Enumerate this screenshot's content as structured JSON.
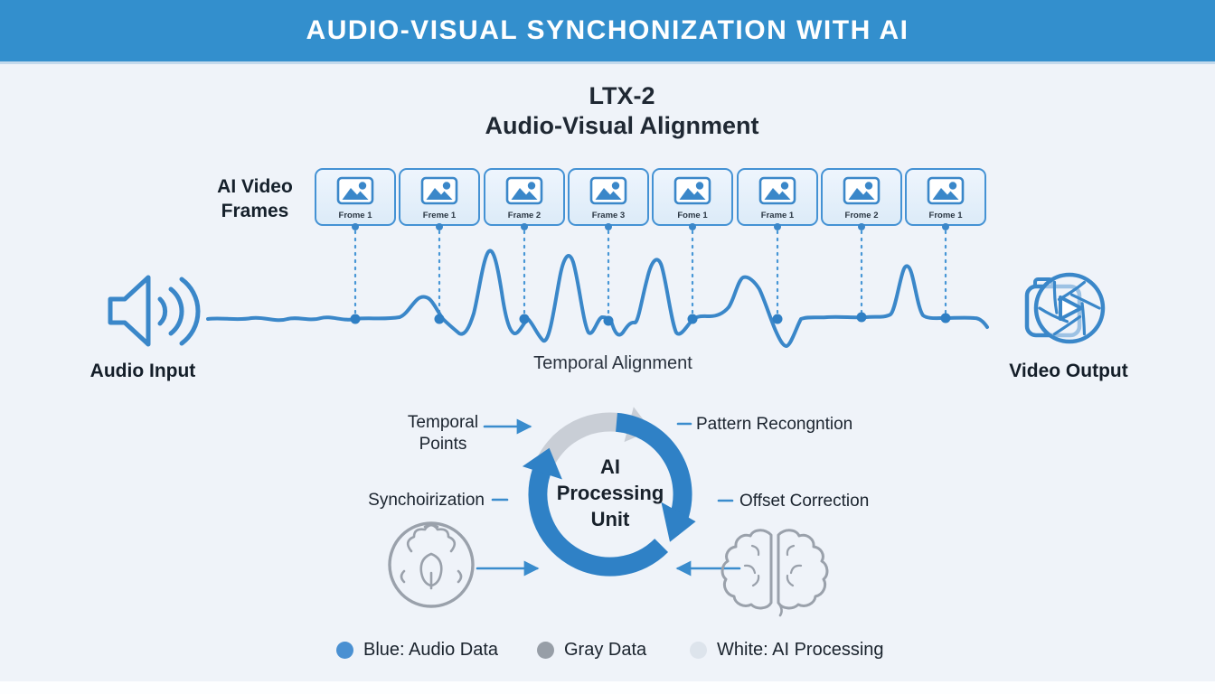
{
  "banner": {
    "title": "AUDIO-VISUAL SYNCHONIZATION WITH AI"
  },
  "title": {
    "line1": "LTX-2",
    "line2": "Audio-Visual Alignment"
  },
  "frames_section": {
    "label_line1": "AI Video",
    "label_line2": "Frames",
    "frames": [
      {
        "label": "Frome 1"
      },
      {
        "label": "Freme 1"
      },
      {
        "label": "Frame 2"
      },
      {
        "label": "Frame 3"
      },
      {
        "label": "Fome 1"
      },
      {
        "label": "Frame 1"
      },
      {
        "label": "Frome 2"
      },
      {
        "label": "Frome 1"
      }
    ]
  },
  "waveform": {
    "left_label": "Audio Input",
    "right_label": "Video Output",
    "caption": "Temporal Alignment"
  },
  "process": {
    "center": {
      "line1": "AI",
      "line2": "Processing",
      "line3": "Unit"
    },
    "left_top": {
      "line1": "Temporal",
      "line2": "Points"
    },
    "left_mid": "Synchoirization",
    "right_top": "Pattern Recongntion",
    "right_mid": "Offset Correction"
  },
  "legend": [
    {
      "label": "Blue: Audio Data",
      "color": "#4a90d2",
      "dot_style": "background:#4a90d2"
    },
    {
      "label": "Gray Data",
      "color": "#979ea7",
      "dot_style": "background:#979ea7"
    },
    {
      "label": "White: AI Processing",
      "color": "#dde4ec",
      "dot_style": "background:#dde4ec"
    }
  ],
  "icons": {
    "audio": "speaker-icon",
    "video": "camera-shutter-icon",
    "frame": "picture-icon",
    "brain_left": "brain-top-icon",
    "brain_right": "brain-icon"
  },
  "colors": {
    "banner": "#338fcd",
    "accent_blue": "#3a87c9",
    "ring_blue": "#2f81c6",
    "ring_gray": "#c9ced6",
    "background": "#eff3f9"
  }
}
